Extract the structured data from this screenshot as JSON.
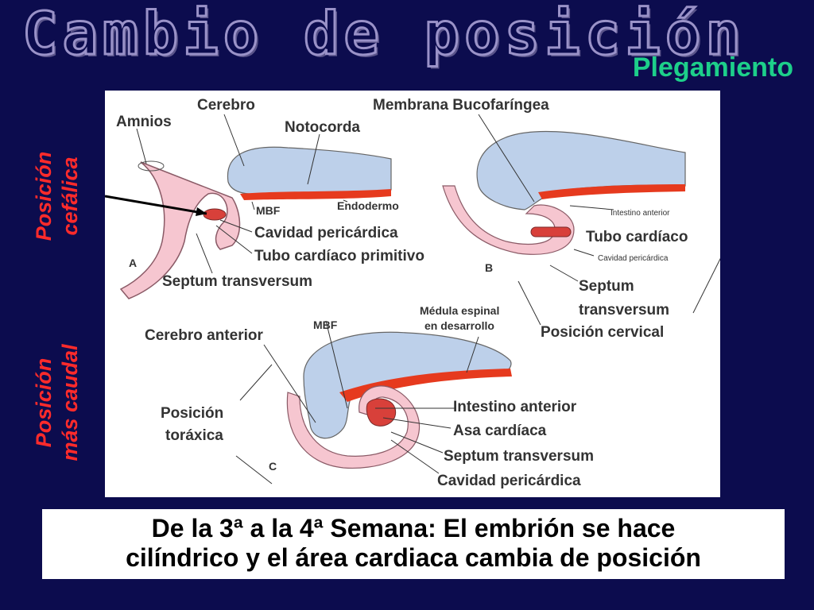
{
  "slide": {
    "title": "Cambio de posición",
    "subtitle": "Plegamiento",
    "side_label_top": [
      "Posición",
      "cefálica"
    ],
    "side_label_bottom": [
      "Posición",
      "más caudal"
    ],
    "caption_line1": "De la 3ª a la 4ª Semana:  El embrión se hace",
    "caption_line2": "cilíndrico y el área cardiaca cambia de posición"
  },
  "diagram": {
    "panel_a": {
      "letter": "A",
      "labels": {
        "amnios": "Amnios",
        "cerebro": "Cerebro",
        "notocorda": "Notocorda",
        "mbf": "MBF",
        "endodermo": "Endodermo",
        "cavidad": "Cavidad pericárdica",
        "tubo": "Tubo cardíaco primitivo",
        "septum": "Septum transversum"
      }
    },
    "panel_b": {
      "letter": "B",
      "labels": {
        "membrana": "Membrana Bucofaríngea",
        "intestino": "Intestino anterior",
        "tubo": "Tubo cardíaco",
        "cavidad": "Cavidad pericárdica",
        "septum1": "Septum",
        "septum2": "transversum",
        "posicion": "Posición cervical"
      }
    },
    "panel_c": {
      "letter": "C",
      "labels": {
        "cerebro_ant": "Cerebro anterior",
        "mbf": "MBF",
        "medula1": "Médula espinal",
        "medula2": "en desarrollo",
        "posicion1": "Posición",
        "posicion2": "toráxica",
        "intestino": "Intestino anterior",
        "asa": "Asa cardíaca",
        "septum": "Septum transversum",
        "cavidad": "Cavidad pericárdica"
      }
    }
  }
}
